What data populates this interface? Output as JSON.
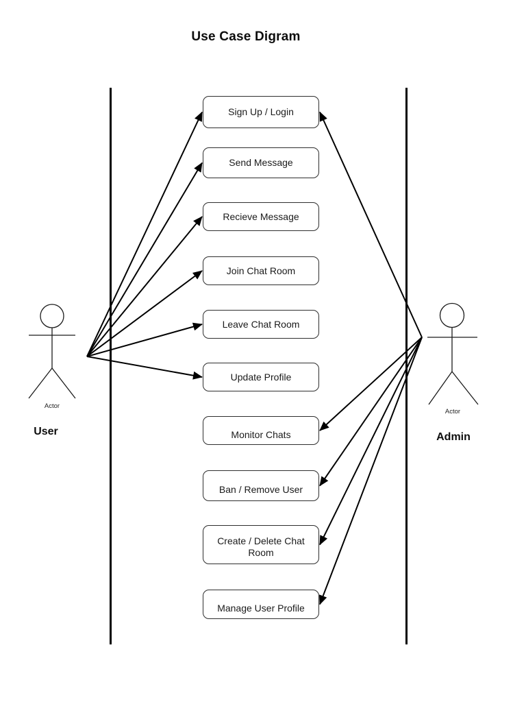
{
  "title": "Use Case Digram",
  "actors": [
    {
      "id": "user",
      "type_label": "Actor",
      "label": "User"
    },
    {
      "id": "admin",
      "type_label": "Actor",
      "label": "Admin"
    }
  ],
  "use_cases": [
    {
      "id": "sign_up_login",
      "label": "Sign Up / Login"
    },
    {
      "id": "send_message",
      "label": "Send Message"
    },
    {
      "id": "recieve_message",
      "label": "Recieve Message"
    },
    {
      "id": "join_chat_room",
      "label": "Join Chat Room"
    },
    {
      "id": "leave_chat_room",
      "label": "Leave Chat Room"
    },
    {
      "id": "update_profile",
      "label": "Update Profile"
    },
    {
      "id": "monitor_chats",
      "label": "Monitor Chats"
    },
    {
      "id": "ban_remove_user",
      "label": "Ban / Remove User"
    },
    {
      "id": "create_delete_chat_room",
      "label": "Create / Delete Chat Room"
    },
    {
      "id": "manage_user_profile",
      "label": "Manage User Profile"
    }
  ],
  "edges": [
    {
      "from": "user",
      "to": "sign_up_login"
    },
    {
      "from": "user",
      "to": "send_message"
    },
    {
      "from": "user",
      "to": "recieve_message"
    },
    {
      "from": "user",
      "to": "join_chat_room"
    },
    {
      "from": "user",
      "to": "leave_chat_room"
    },
    {
      "from": "user",
      "to": "update_profile"
    },
    {
      "from": "admin",
      "to": "sign_up_login"
    },
    {
      "from": "admin",
      "to": "monitor_chats"
    },
    {
      "from": "admin",
      "to": "ban_remove_user"
    },
    {
      "from": "admin",
      "to": "create_delete_chat_room"
    },
    {
      "from": "admin",
      "to": "manage_user_profile"
    }
  ],
  "colors": {
    "ink": "#000000",
    "box_border": "#2e2e2e",
    "background": "#ffffff"
  }
}
